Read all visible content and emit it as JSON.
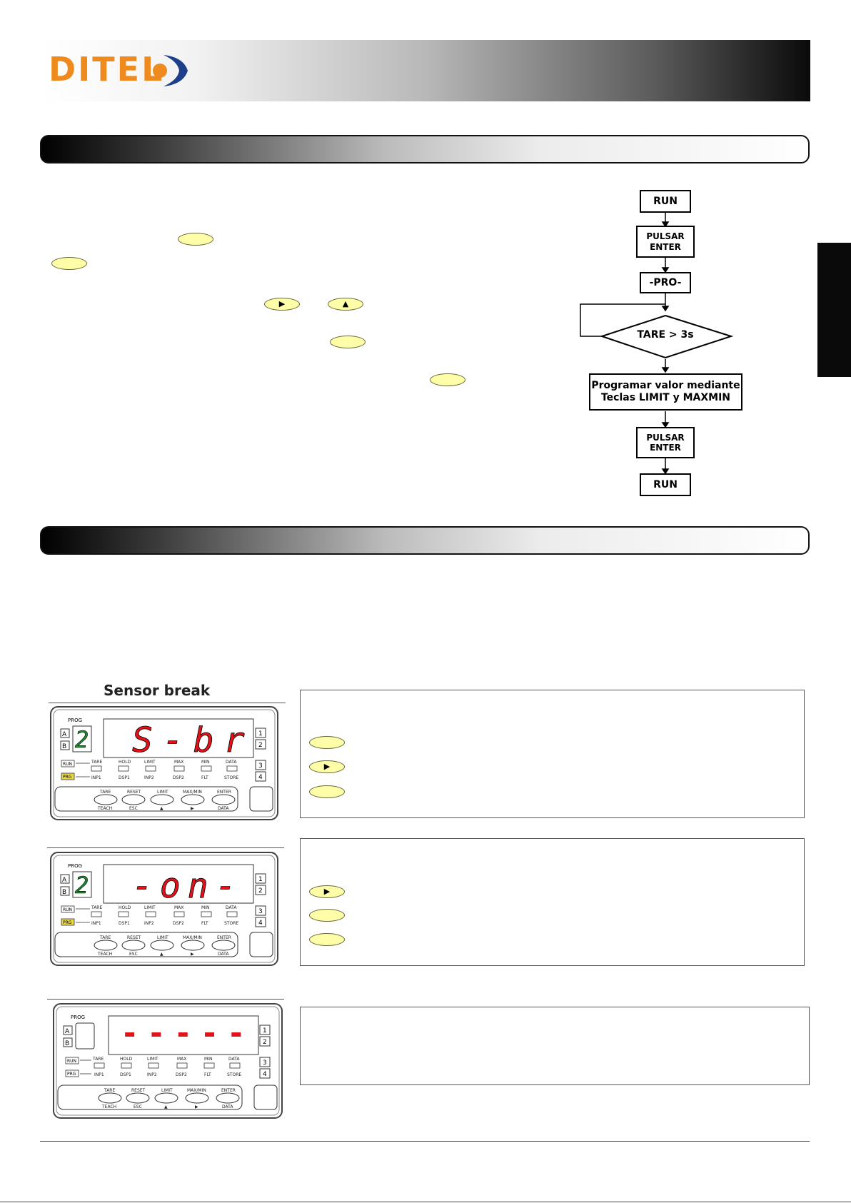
{
  "header": {
    "logo": "DITEL"
  },
  "flowchart": {
    "run_top": "RUN",
    "pulsar_enter_1": [
      "PULSAR",
      "ENTER"
    ],
    "pro": "-PRO-",
    "tare_condition": "TARE > 3s",
    "program": [
      "Programar valor mediante",
      "Teclas LIMIT y MAXMIN"
    ],
    "pulsar_enter_2": [
      "PULSAR",
      "ENTER"
    ],
    "run_bottom": "RUN"
  },
  "keys": {
    "right": "▶",
    "up": "▲"
  },
  "sensor_section": {
    "title": "Sensor break"
  },
  "meters": [
    {
      "digit": "2",
      "display": "S-br"
    },
    {
      "digit": "2",
      "display": "-on-"
    },
    {
      "digit": "",
      "display": "-----"
    }
  ],
  "meter_labels": {
    "prog": "PROG",
    "a": "A",
    "b": "B",
    "relays": [
      "1",
      "2",
      "3",
      "4"
    ],
    "run": "RUN",
    "prg": "PRG",
    "top_row": [
      "TARE",
      "HOLD",
      "LIMIT",
      "MAX",
      "MIN",
      "DATA"
    ],
    "bottom_row": [
      "INP1",
      "DSP1",
      "INP2",
      "DSP2",
      "FLT",
      "STORE"
    ],
    "buttons_top": [
      "TARE",
      "RESET",
      "LIMIT",
      "MAX/MIN",
      "ENTER"
    ],
    "buttons_bottom": [
      "TEACH",
      "ESC",
      "▲",
      "▶",
      "DATA"
    ]
  }
}
